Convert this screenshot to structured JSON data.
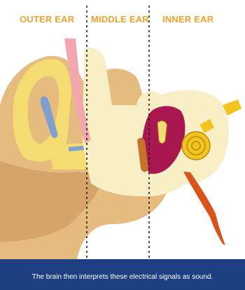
{
  "labels": {
    "outer": "OUTER EAR",
    "middle": "MIDDLE EAR",
    "inner": "INNER EAR"
  },
  "caption": "The brain then interprets these electrical signals as sound.",
  "colors": {
    "label": "#f0a12c",
    "caption_bg": "#1f3f83",
    "skin": "#e6bb80",
    "skin_dark": "#d6a469",
    "cartilage": "#f4dc72",
    "bone": "#f8efc6",
    "tissue": "#a8174d",
    "eardrum": "#c4722c",
    "nerve": "#f2c51e",
    "blue": "#7fa0cf",
    "pink": "#f1a7ad",
    "tube": "#d9541c"
  }
}
